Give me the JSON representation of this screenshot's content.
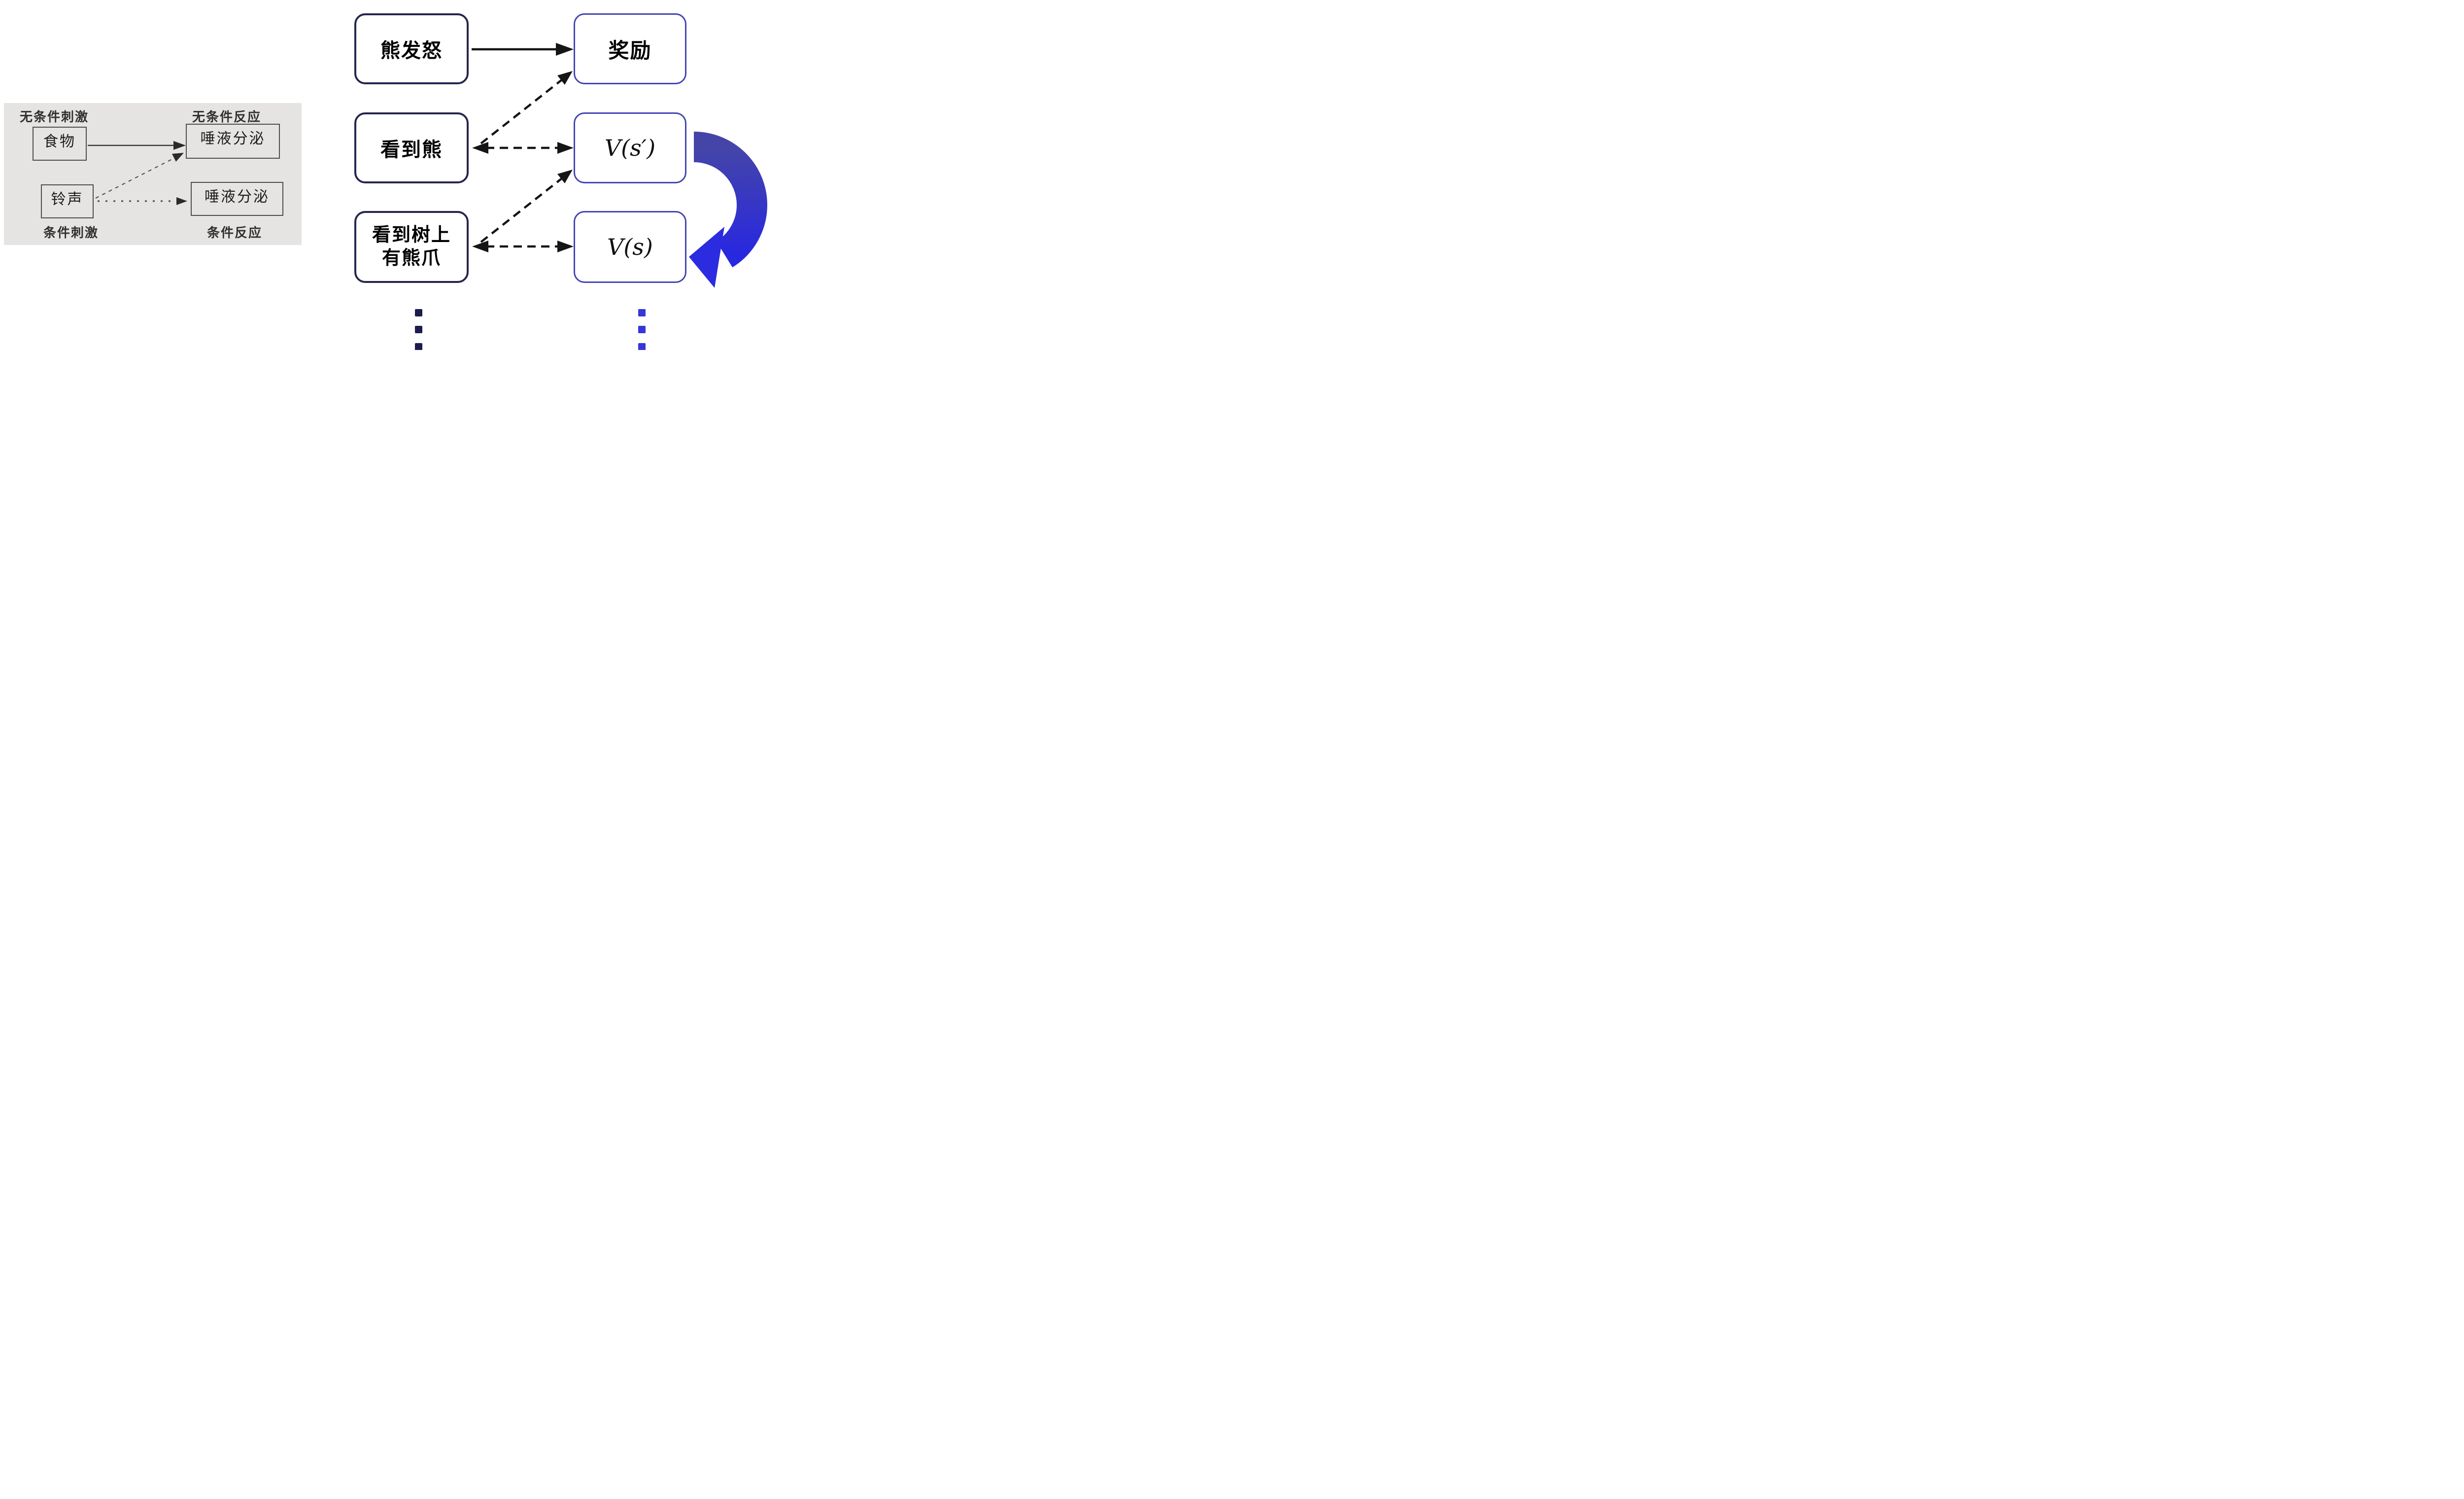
{
  "pavlov": {
    "label_unconditioned_stimulus": "无条件刺激",
    "label_unconditioned_response": "无条件反应",
    "label_conditioned_stimulus": "条件刺激",
    "label_conditioned_response": "条件反应",
    "food": "食物",
    "bell": "铃声",
    "salivation_top": "唾液分泌",
    "salivation_bottom": "唾液分泌",
    "colors": {
      "panel_bg": "#e5e4e2",
      "box_border": "#4e4e4e",
      "text": "#303030",
      "arrow": "#3a3a3a"
    }
  },
  "rl": {
    "bear_angry": "熊发怒",
    "reward": "奖励",
    "see_bear": "看到熊",
    "v_s_prime": "V(s′)",
    "see_claw": {
      "line1": "看到树上",
      "line2": "有熊爪"
    },
    "v_s": "V(s)",
    "colors": {
      "stimulus_border": "#26264f",
      "value_border": "#4444b4",
      "arrow_black": "#151515",
      "ribbon_top": "#4545a8",
      "ribbon_bottom": "#2828e0",
      "dots_stimulus": "#1c1c4e",
      "dots_value": "#3636d8"
    }
  }
}
